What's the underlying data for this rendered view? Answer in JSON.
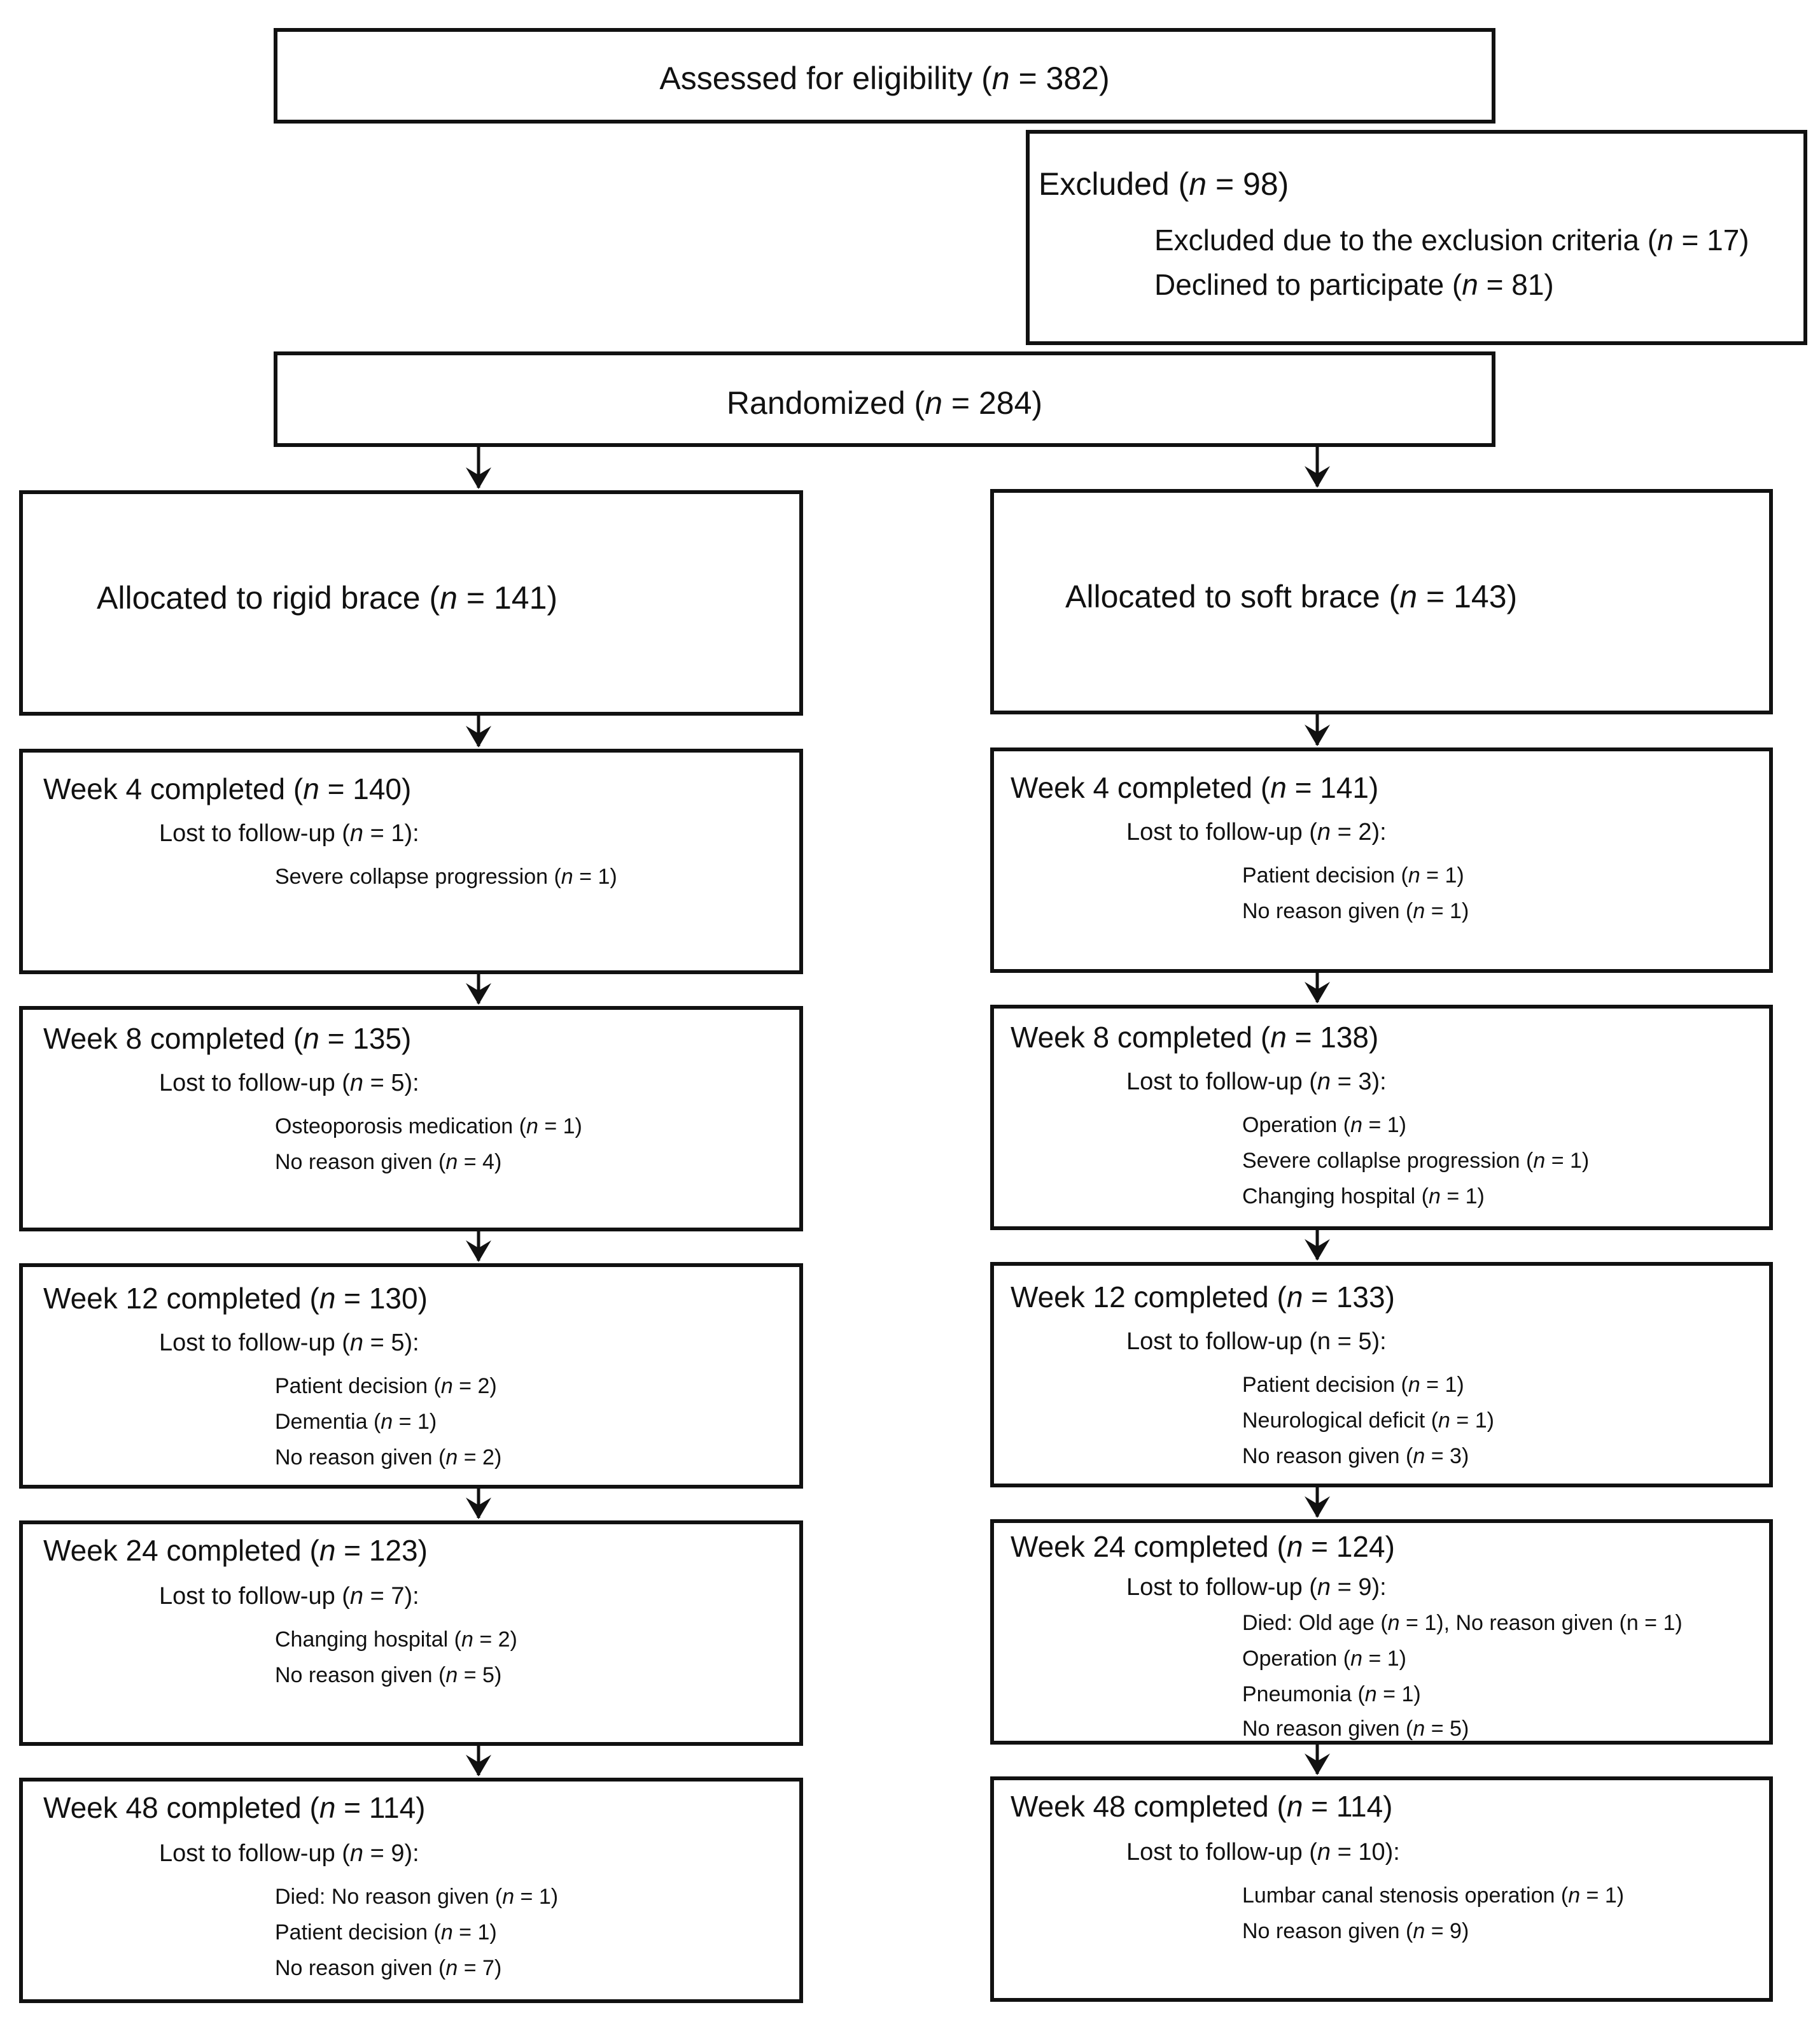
{
  "top": {
    "assessed": {
      "label": "Assessed for eligibility (",
      "n": "n",
      "value": " = 382)"
    },
    "excluded": {
      "title": {
        "label": "Excluded (",
        "n": "n",
        "value": " = 98)"
      },
      "items": [
        {
          "label": "Excluded due to the exclusion criteria (",
          "n": "n",
          "value": " = 17)"
        },
        {
          "label": "Declined to participate (",
          "n": "n",
          "value": " = 81)"
        }
      ]
    },
    "randomized": {
      "label": "Randomized (",
      "n": "n",
      "value": " = 284)"
    }
  },
  "arms": [
    {
      "allocation": {
        "label": "Allocated to rigid brace (",
        "n": "n",
        "value": " = 141)"
      },
      "weeks": [
        {
          "head": {
            "label": "Week 4 completed (",
            "n": "n",
            "value": " = 140)"
          },
          "lost": {
            "label": "Lost to follow-up (",
            "n": "n",
            "value": " = 1):"
          },
          "reasons": [
            {
              "label": "Severe collapse progression (",
              "n": "n",
              "value": " = 1)"
            }
          ]
        },
        {
          "head": {
            "label": "Week 8 completed (",
            "n": "n",
            "value": " = 135)"
          },
          "lost": {
            "label": "Lost to follow-up (",
            "n": "n",
            "value": " = 5):"
          },
          "reasons": [
            {
              "label": "Osteoporosis medication (",
              "n": "n",
              "value": " = 1)"
            },
            {
              "label": "No reason given (",
              "n": "n",
              "value": " = 4)"
            }
          ]
        },
        {
          "head": {
            "label": "Week 12 completed (",
            "n": "n",
            "value": " = 130)"
          },
          "lost": {
            "label": "Lost to follow-up (",
            "n": "n",
            "value": " = 5):"
          },
          "reasons": [
            {
              "label": "Patient decision (",
              "n": "n",
              "value": " = 2)"
            },
            {
              "label": "Dementia (",
              "n": "n",
              "value": " = 1)"
            },
            {
              "label": "No reason given (",
              "n": "n",
              "value": " = 2)"
            }
          ]
        },
        {
          "head": {
            "label": "Week 24 completed (",
            "n": "n",
            "value": " = 123)"
          },
          "lost": {
            "label": "Lost to follow-up (",
            "n": "n",
            "value": " = 7):"
          },
          "reasons": [
            {
              "label": "Changing hospital  (",
              "n": "n",
              "value": " = 2)"
            },
            {
              "label": "No reason given (",
              "n": "n",
              "value": " = 5)"
            }
          ]
        },
        {
          "head": {
            "label": "Week 48 completed (",
            "n": "n",
            "value": " = 114)"
          },
          "lost": {
            "label": "Lost to follow-up (",
            "n": "n",
            "value": " = 9):"
          },
          "reasons": [
            {
              "label": "Died: No reason given (",
              "n": "n",
              "value": " = 1)"
            },
            {
              "label": "Patient decision (",
              "n": "n",
              "value": " = 1)"
            },
            {
              "label": "No reason given (",
              "n": "n",
              "value": " = 7)"
            }
          ]
        }
      ]
    },
    {
      "allocation": {
        "label": "Allocated to soft brace (",
        "n": "n",
        "value": " = 143)"
      },
      "weeks": [
        {
          "head": {
            "label": "Week 4 completed (",
            "n": "n",
            "value": " = 141)"
          },
          "lost": {
            "label": "Lost to follow-up (",
            "n": "n",
            "value": " = 2):"
          },
          "reasons": [
            {
              "label": "Patient decision (",
              "n": "n",
              "value": " = 1)"
            },
            {
              "label": "No reason given  (",
              "n": "n",
              "value": " = 1)"
            }
          ]
        },
        {
          "head": {
            "label": "Week 8 completed (",
            "n": "n",
            "value": " = 138)"
          },
          "lost": {
            "label": "Lost to follow-up (",
            "n": "n",
            "value": " = 3):"
          },
          "reasons": [
            {
              "label": "Operation (",
              "n": "n",
              "value": " = 1)"
            },
            {
              "label": "Severe collaplse progression (",
              "n": "n",
              "value": " = 1)"
            },
            {
              "label": "Changing hospital (",
              "n": "n",
              "value": " = 1)"
            }
          ]
        },
        {
          "head": {
            "label": "Week 12 completed (",
            "n": "n",
            "value": " = 133)"
          },
          "lost": {
            "label": "Lost to follow-up (n = 5):",
            "n": "",
            "value": ""
          },
          "reasons": [
            {
              "label": "Patient decision (",
              "n": "n",
              "value": " = 1)"
            },
            {
              "label": "Neurological deficit (",
              "n": "n",
              "value": " = 1)"
            },
            {
              "label": "No reason given (",
              "n": "n",
              "value": " = 3)"
            }
          ]
        },
        {
          "head": {
            "label": "Week 24 completed (",
            "n": "n",
            "value": " = 124)"
          },
          "lost": {
            "label": "Lost to follow-up (",
            "n": "n",
            "value": " = 9):"
          },
          "reasons": [
            {
              "label": "Died: Old age (",
              "n": "n",
              "value": " = 1), No reason given (n = 1)"
            },
            {
              "label": "Operation (",
              "n": "n",
              "value": " = 1)"
            },
            {
              "label": "Pneumonia (",
              "n": "n",
              "value": " = 1)"
            },
            {
              "label": "No reason given (",
              "n": "n",
              "value": " = 5)"
            }
          ]
        },
        {
          "head": {
            "label": "Week 48 completed (",
            "n": "n",
            "value": " = 114)"
          },
          "lost": {
            "label": "Lost to follow-up (",
            "n": "n",
            "value": " = 10):"
          },
          "reasons": [
            {
              "label": "Lumbar canal stenosis operation (",
              "n": "n",
              "value": " = 1)"
            },
            {
              "label": "No reason given (",
              "n": "n",
              "value": " = 9)"
            }
          ]
        }
      ]
    }
  ]
}
